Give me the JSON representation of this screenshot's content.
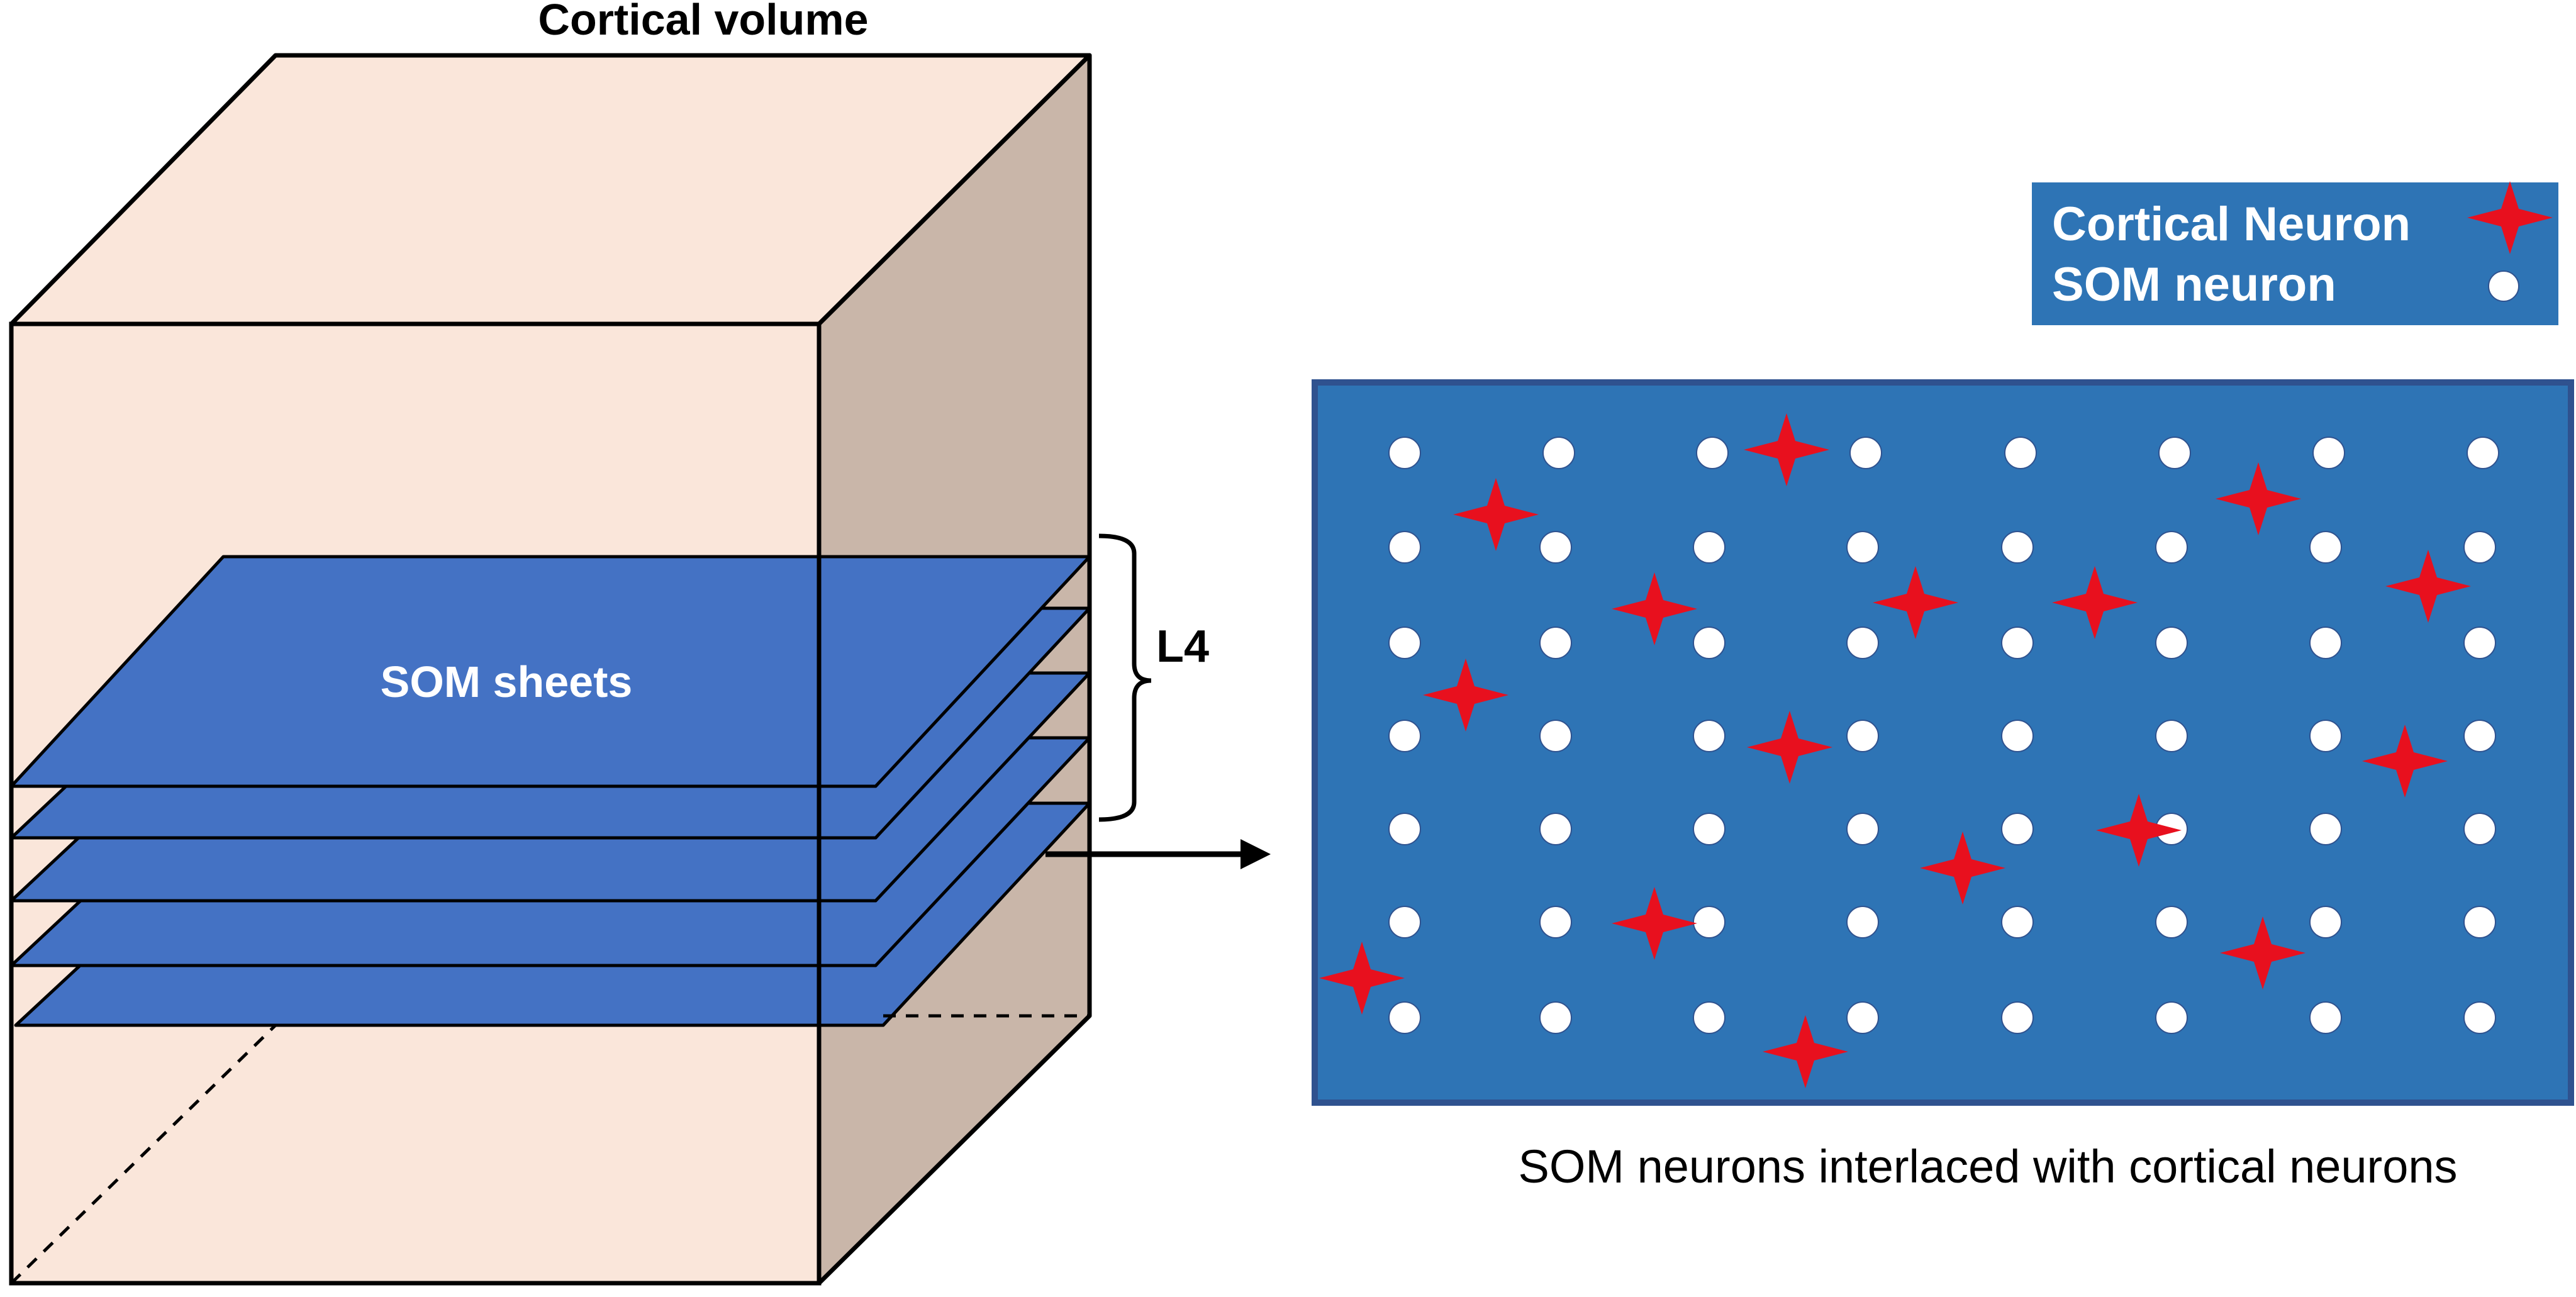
{
  "title": "Cortical volume",
  "sheet_label": "SOM sheets",
  "layer_label": "L4",
  "caption": "SOM neurons interlaced with cortical neurons",
  "legend": {
    "cortical_label": "Cortical Neuron",
    "som_label": "SOM neuron"
  },
  "colors": {
    "cube_face": "#fae6da",
    "cube_side": "#c9b6a9",
    "sheet": "#4472c4",
    "panel": "#2e74b5",
    "panel_border": "#2f528f",
    "star": "#e8101e",
    "som_dot": "#ffffff"
  },
  "icons": {
    "cortical": "four-point-star-icon",
    "som": "circle-dot-icon"
  }
}
